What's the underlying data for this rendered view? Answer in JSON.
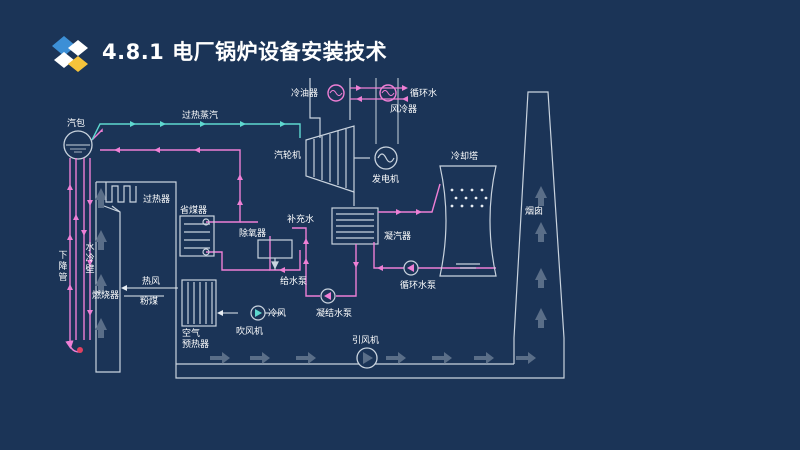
{
  "header": {
    "title": "4.8.1 电厂锅炉设备安装技术"
  },
  "labels": {
    "drum": "汽包",
    "superheated_steam": "过热蒸汽",
    "oil_cooler": "冷油器",
    "air_cooler": "风冷器",
    "circulating_water_top": "循环水",
    "turbine": "汽轮机",
    "generator": "发电机",
    "cooling_tower": "冷却塔",
    "superheater": "过热器",
    "economizer": "省煤器",
    "chimney": "烟囱",
    "makeup_water": "补充水",
    "deaerator": "除氧器",
    "condenser": "凝汽器",
    "downcomer": "下降管",
    "water_wall": "水冷壁",
    "hot_air": "热风",
    "pulverized_coal": "粉煤",
    "burner": "燃烧器",
    "feed_pump": "给水泵",
    "circulating_pump": "循环水泵",
    "condensate_pump": "凝结水泵",
    "cold_air": "冷风",
    "air_preheater": "空气预热器",
    "blower": "吹风机",
    "induced_fan": "引风机"
  },
  "colors": {
    "background": "#1b3457",
    "line": "#c9d3de",
    "steam_arrow": "#5ed8cf",
    "water_arrow": "#ee7fd5",
    "flue_arrow": "#5a6e88",
    "logo_blue": "#3c8fd6",
    "logo_yellow": "#f5c33b"
  }
}
